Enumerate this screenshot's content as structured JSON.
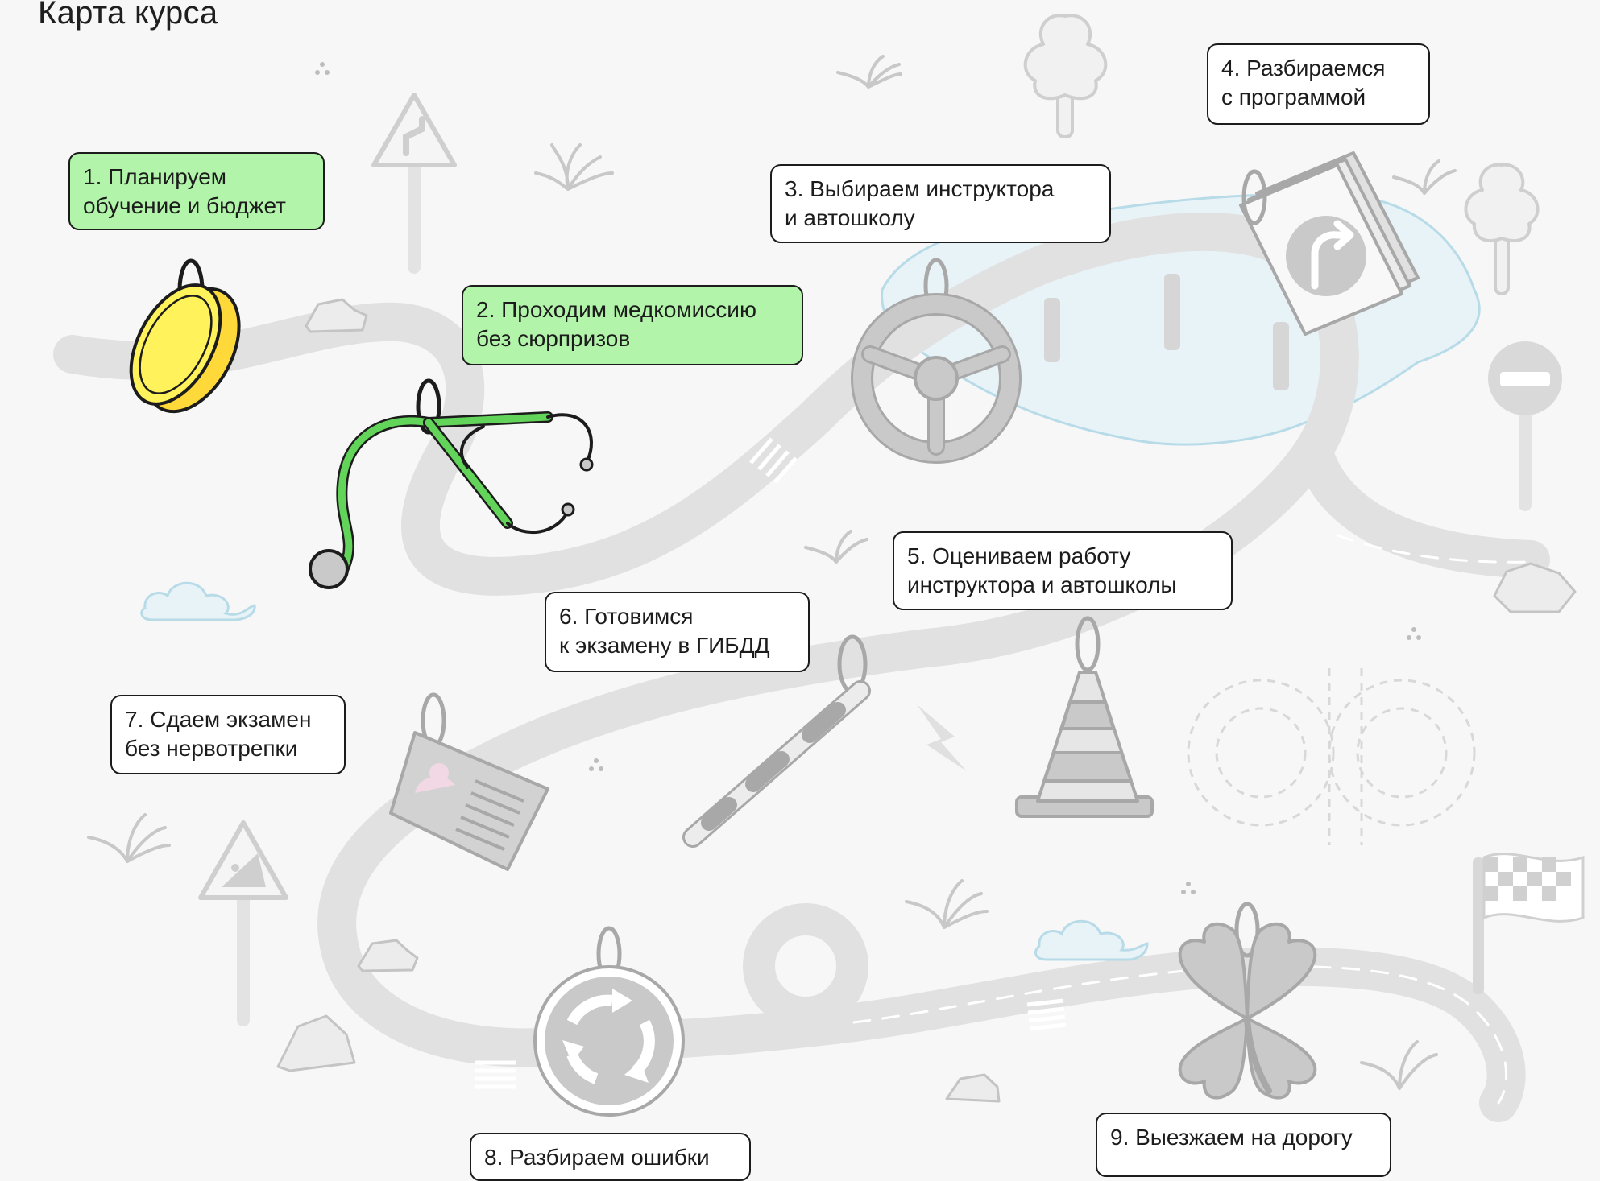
{
  "page": {
    "title": "Карта курса"
  },
  "colors": {
    "completed_step": "#b2f5aa",
    "road": "#e1e1e1",
    "icon_gray": "#c4c4c4",
    "icon_outline": "#a8a8a8",
    "water": "#e8f3f8",
    "water_outline": "#b8dbe8",
    "coin_yellow": "#fff25a",
    "stethoscope_green": "#62d45a"
  },
  "steps": [
    {
      "id": 1,
      "lines": [
        "1. Планируем",
        "обучение и бюджет"
      ],
      "status": "completed",
      "icon": "coin-icon"
    },
    {
      "id": 2,
      "lines": [
        "2. Проходим медкомиссию",
        "без сюрпризов"
      ],
      "status": "completed",
      "icon": "stethoscope-icon"
    },
    {
      "id": 3,
      "lines": [
        "3. Выбираем инструктора",
        "и автошколу"
      ],
      "status": "locked",
      "icon": "steering-wheel-icon"
    },
    {
      "id": 4,
      "lines": [
        "4. Разбираемся",
        "с программой"
      ],
      "status": "locked",
      "icon": "road-sign-cards-icon"
    },
    {
      "id": 5,
      "lines": [
        "5. Оцениваем работу",
        "инструктора и автошколы"
      ],
      "status": "locked",
      "icon": "traffic-cone-icon"
    },
    {
      "id": 6,
      "lines": [
        "6.  Готовимся",
        "к экзамену в ГИБДД"
      ],
      "status": "locked",
      "icon": "traffic-baton-icon"
    },
    {
      "id": 7,
      "lines": [
        "7. Сдаем экзамен",
        "без нервотрепки"
      ],
      "status": "locked",
      "icon": "license-card-icon"
    },
    {
      "id": 8,
      "lines": [
        "8. Разбираем ошибки"
      ],
      "status": "locked",
      "icon": "roundabout-sign-icon"
    },
    {
      "id": 9,
      "lines": [
        "9. Выезжаем на дорогу"
      ],
      "status": "locked",
      "icon": "clover-icon"
    }
  ]
}
